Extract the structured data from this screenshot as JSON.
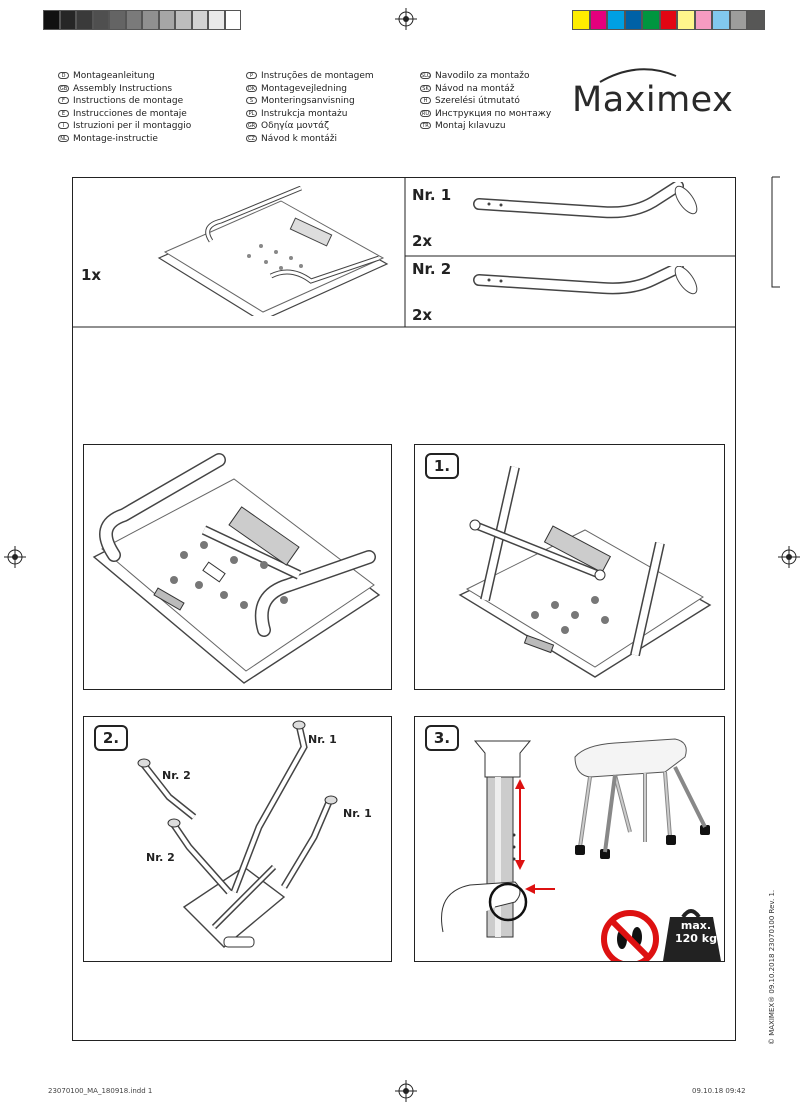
{
  "color_bar_left": [
    "#111111",
    "#262626",
    "#3a3a3a",
    "#4f4f4f",
    "#646464",
    "#7a7a7a",
    "#909090",
    "#a6a6a6",
    "#bdbdbd",
    "#d3d3d3",
    "#e9e9e9",
    "#ffffff"
  ],
  "color_bar_right": [
    "#ffed00",
    "#e5007d",
    "#00a0e3",
    "#0061a6",
    "#00963f",
    "#e30613",
    "#fff58c",
    "#f59bc1",
    "#82c8ee",
    "#9d9d9c",
    "#575756"
  ],
  "languages": {
    "col1": [
      {
        "code": "D",
        "text": "Montageanleitung"
      },
      {
        "code": "GB",
        "text": "Assembly Instructions"
      },
      {
        "code": "F",
        "text": "Instructions de montage"
      },
      {
        "code": "E",
        "text": "Instrucciones de montaje"
      },
      {
        "code": "I",
        "text": "Istruzioni per il montaggio"
      },
      {
        "code": "NL",
        "text": "Montage-instructie"
      }
    ],
    "col2": [
      {
        "code": "P",
        "text": "Instruções de montagem"
      },
      {
        "code": "DK",
        "text": "Montagevejledning"
      },
      {
        "code": "S",
        "text": "Monteringsanvisning"
      },
      {
        "code": "PL",
        "text": "Instrukcja montażu"
      },
      {
        "code": "GR",
        "text": "Οδηγία μοντάζ"
      },
      {
        "code": "CZ",
        "text": "Návod k montáži"
      }
    ],
    "col3": [
      {
        "code": "SLO",
        "text": "Navodilo za montažo"
      },
      {
        "code": "SK",
        "text": "Návod na montáž"
      },
      {
        "code": "H",
        "text": "Szerelési útmutató"
      },
      {
        "code": "RU",
        "text": "Инструкция по монтажу"
      },
      {
        "code": "TR",
        "text": "Montaj kılavuzu"
      }
    ]
  },
  "brand": "Maximex",
  "parts": {
    "stool_qty": "1x",
    "part1_label": "Nr. 1",
    "part1_qty": "2x",
    "part2_label": "Nr. 2",
    "part2_qty": "2x"
  },
  "steps": {
    "s1": "1.",
    "s2": "2.",
    "s3": "3.",
    "nr1": "Nr. 1",
    "nr2": "Nr. 2",
    "max_line1": "max.",
    "max_line2": "120 kg"
  },
  "footer": {
    "left": "23070100_MA_180918.indd   1",
    "right": "09.10.18   09:42",
    "vertical": "© MAXIMEX® 09.10.2018 23070100 Rev. 1."
  }
}
